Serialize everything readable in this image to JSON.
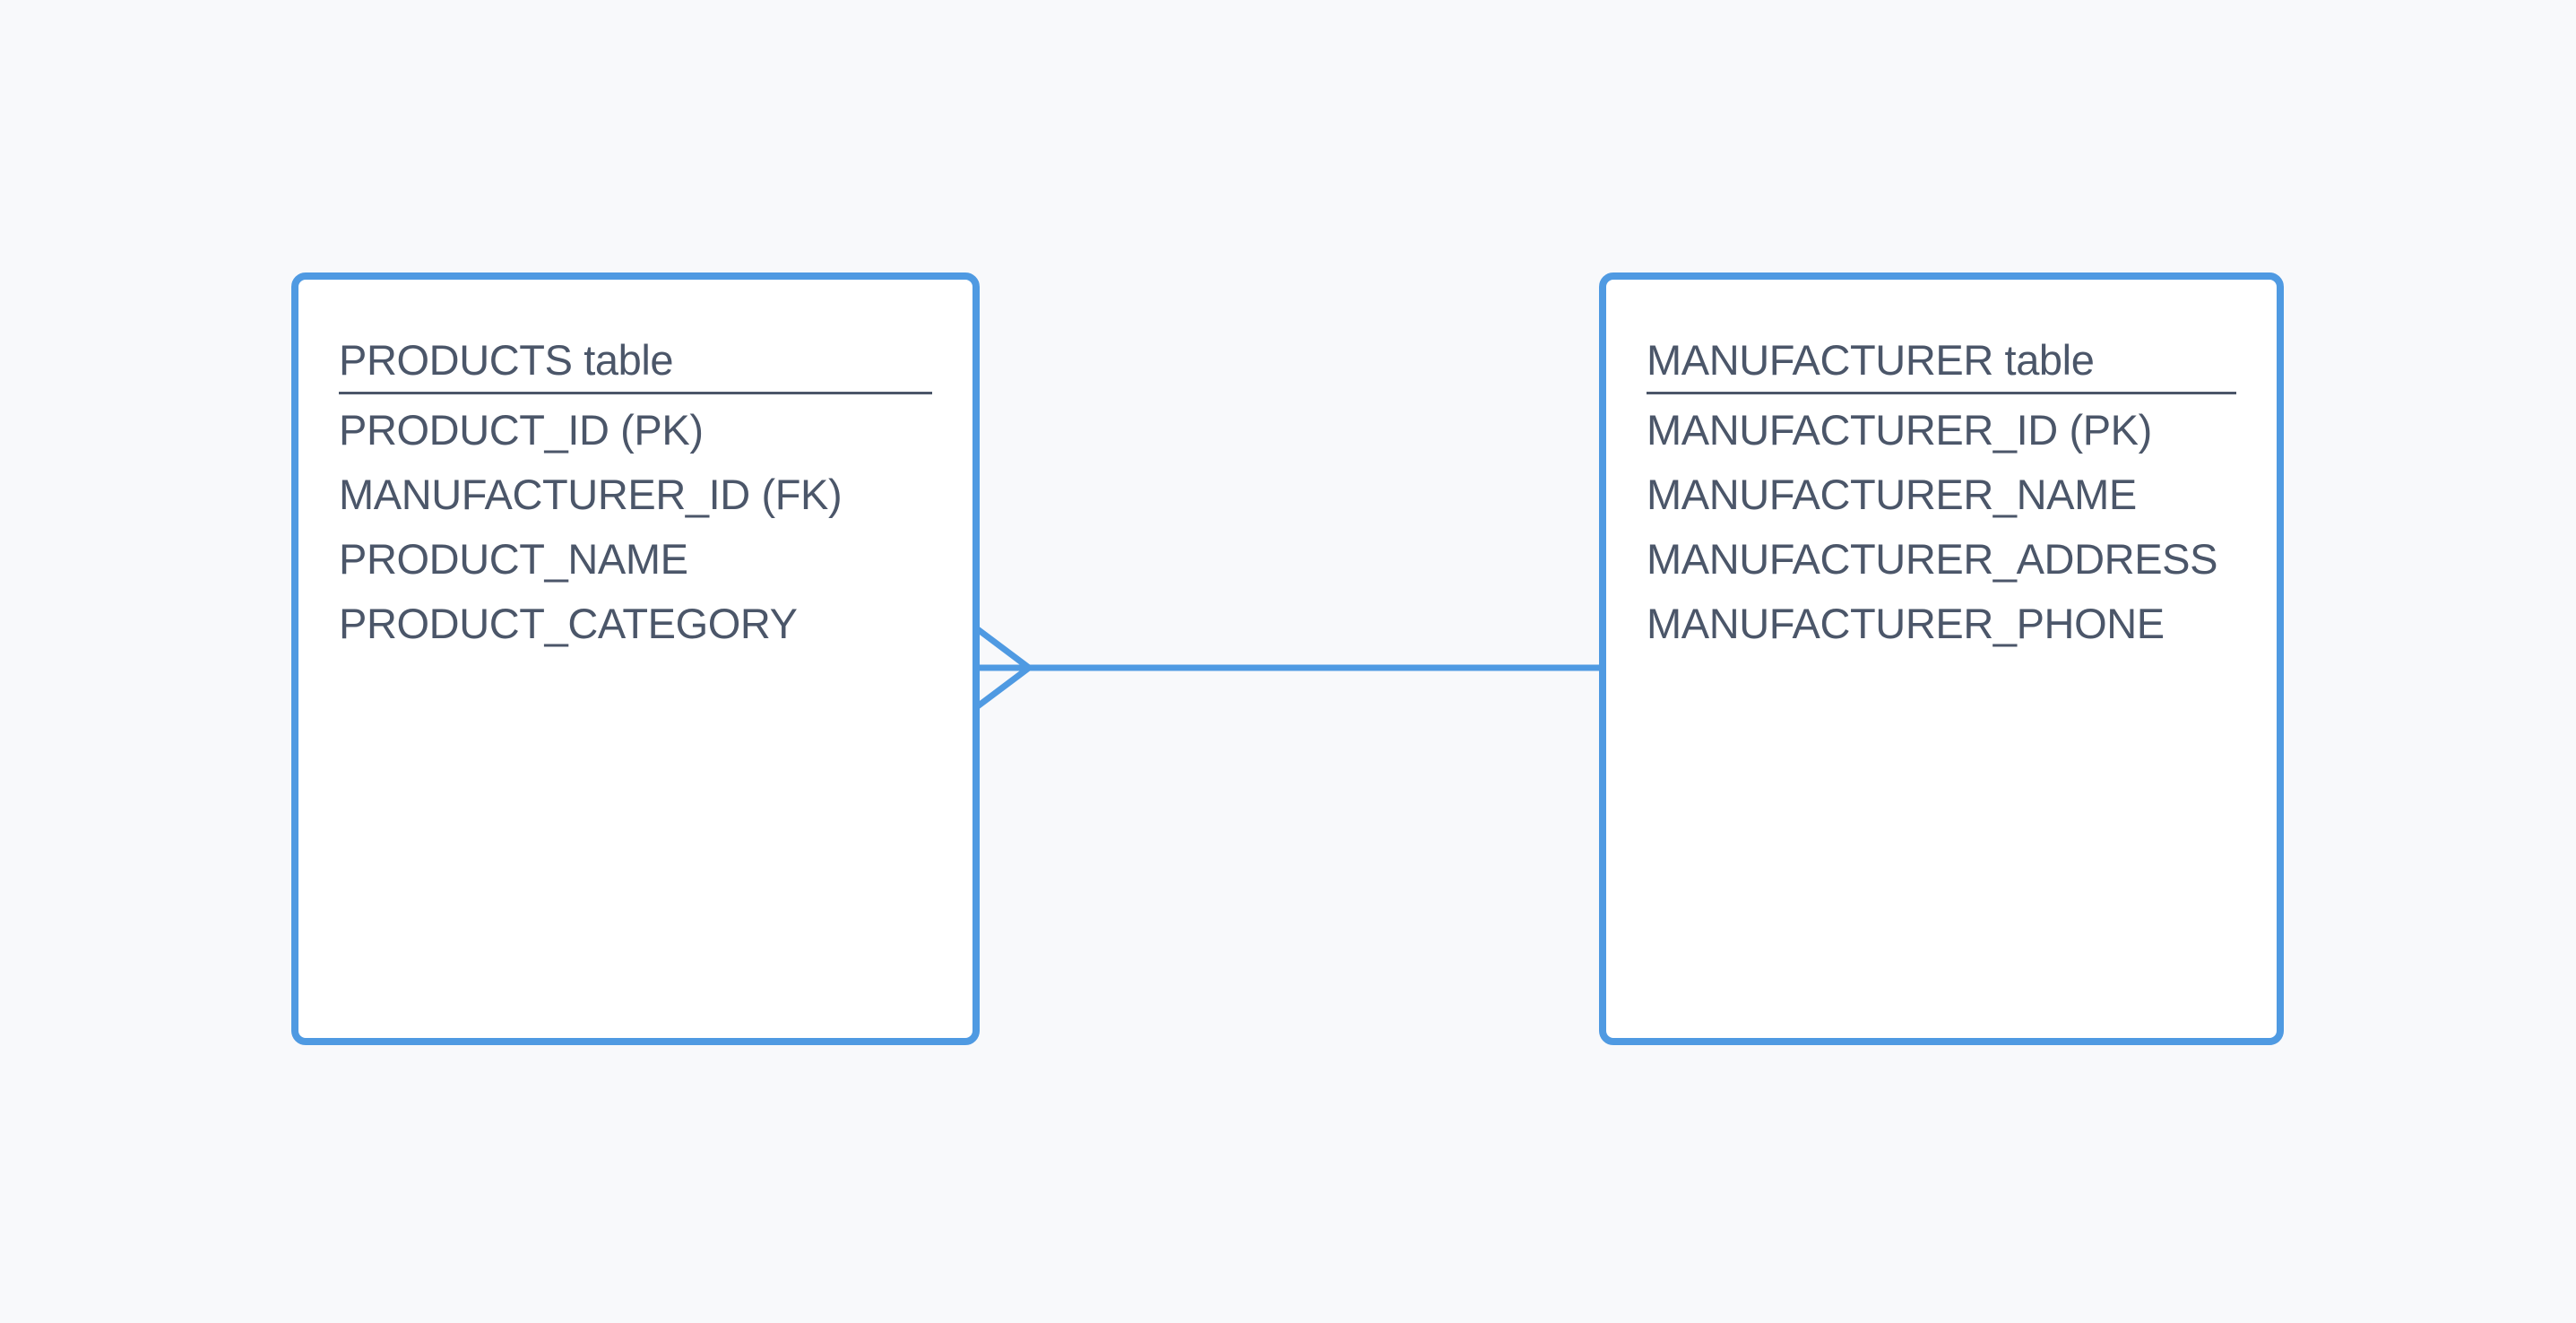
{
  "diagram": {
    "type": "entity-relationship-diagram",
    "notation": "crow's foot",
    "background_color": "#f8f9fb",
    "accent_color": "#4f9ae2",
    "text_color": "#4b5669"
  },
  "entities": [
    {
      "id": "products",
      "title": "PRODUCTS table",
      "fields": [
        "PRODUCT_ID (PK)",
        "MANUFACTURER_ID (FK)",
        "PRODUCT_NAME",
        "PRODUCT_CATEGORY"
      ]
    },
    {
      "id": "manufacturer",
      "title": "MANUFACTURER table",
      "fields": [
        "MANUFACTURER_ID (PK)",
        "MANUFACTURER_NAME",
        "MANUFACTURER_ADDRESS",
        "MANUFACTURER_PHONE"
      ]
    }
  ],
  "relationship": {
    "from": "PRODUCTS table",
    "to": "MANUFACTURER table",
    "from_cardinality": "many",
    "to_cardinality": "one",
    "from_symbol": "crows-foot",
    "to_symbol": "plain",
    "line_color": "#4f9ae2"
  }
}
